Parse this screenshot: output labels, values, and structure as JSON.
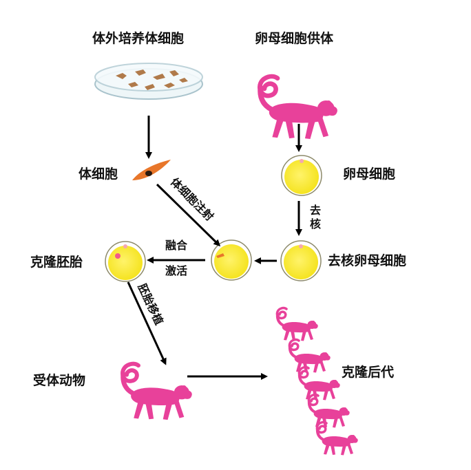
{
  "labels": {
    "somatic_culture": "体外培养体细胞",
    "oocyte_donor": "卵母细胞供体",
    "somatic_cell": "体细胞",
    "oocyte": "卵母细胞",
    "enucleate_step": "去核",
    "enucleated_oocyte": "去核卵母细胞",
    "somatic_injection": "体细胞注射",
    "fusion": "融合",
    "activation": "激活",
    "cloned_embryo": "克隆胚胎",
    "embryo_transfer": "胚胎移植",
    "recipient": "受体动物",
    "offspring": "克隆后代"
  },
  "colors": {
    "monkey": "#e8419a",
    "yolk": "#f4ea1a",
    "yolk_edge": "#9c9a7a",
    "somatic_cell": "#e8762a",
    "petri_cell": "#b07a4a",
    "arrow": "#000000",
    "nucleus_marker": "#f4a7b0"
  },
  "icons": [
    "petri-dish-icon",
    "monkey-icon",
    "cell-icon",
    "arrow-icon"
  ]
}
